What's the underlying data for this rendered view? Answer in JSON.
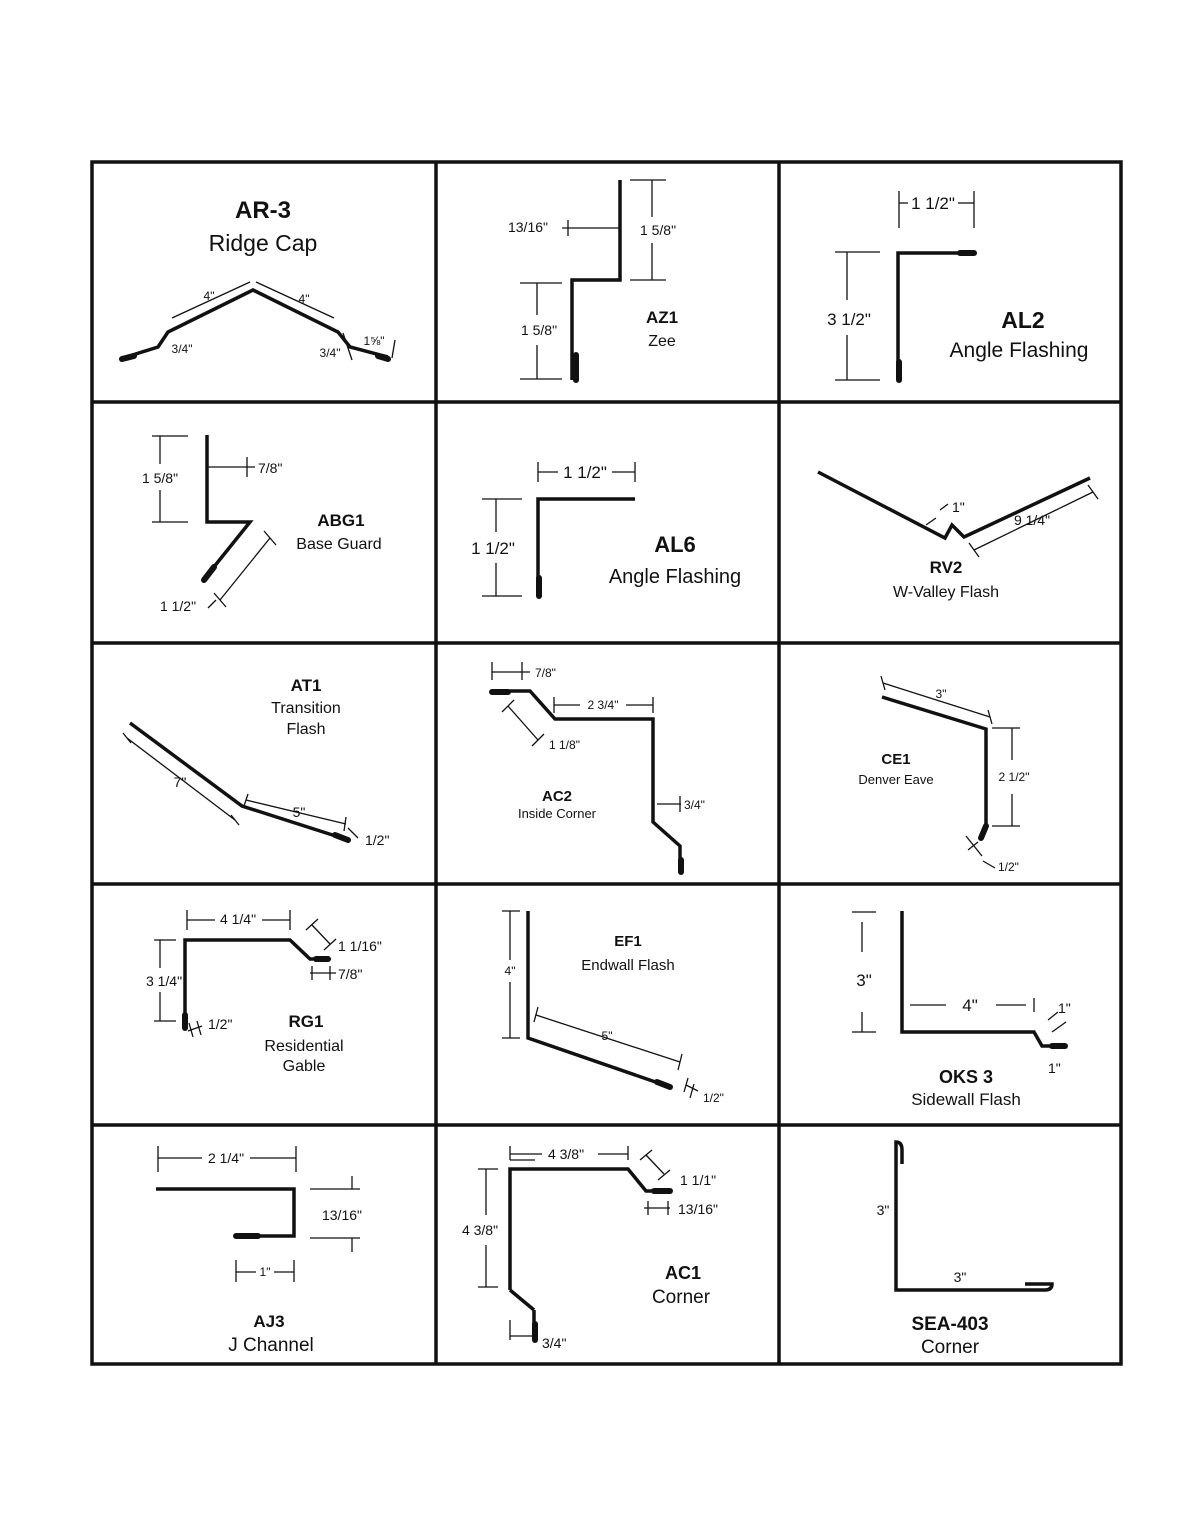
{
  "panels": [
    {
      "code": "AR-3",
      "name": "Ridge Cap",
      "dims": [
        "4\"",
        "4\"",
        "3/4\"",
        "3/4\"",
        "1⅝\""
      ]
    },
    {
      "code": "AZ1",
      "name": "Zee",
      "dims": [
        "13/16\"",
        "1 5/8\"",
        "1 5/8\""
      ]
    },
    {
      "code": "AL2",
      "name": "Angle Flashing",
      "dims": [
        "1 1/2\"",
        "3 1/2\""
      ]
    },
    {
      "code": "ABG1",
      "name": "Base Guard",
      "dims": [
        "1 5/8\"",
        "7/8\"",
        "1 1/2\""
      ]
    },
    {
      "code": "AL6",
      "name": "Angle Flashing",
      "dims": [
        "1 1/2\"",
        "1 1/2\""
      ]
    },
    {
      "code": "RV2",
      "name": "W-Valley Flash",
      "dims": [
        "1\"",
        "9 1/4\""
      ]
    },
    {
      "code": "AT1",
      "name": "Transition Flash",
      "name_lines": [
        "Transition",
        "Flash"
      ],
      "dims": [
        "7\"",
        "5\"",
        "1/2\""
      ]
    },
    {
      "code": "AC2",
      "name": "Inside Corner",
      "dims": [
        "7/8\"",
        "2 3/4\"",
        "1 1/8\"",
        "3/4\""
      ]
    },
    {
      "code": "CE1",
      "name": "Denver Eave",
      "dims": [
        "3\"",
        "2 1/2\"",
        "1/2\""
      ]
    },
    {
      "code": "RG1",
      "name": "Residential Gable",
      "name_lines": [
        "Residential",
        "Gable"
      ],
      "dims": [
        "4 1/4\"",
        "1 1/16\"",
        "7/8\"",
        "3 1/4\"",
        "1/2\""
      ]
    },
    {
      "code": "EF1",
      "name": "Endwall Flash",
      "dims": [
        "4\"",
        "5\"",
        "1/2\""
      ]
    },
    {
      "code": "OKS 3",
      "name": "Sidewall Flash",
      "dims": [
        "3\"",
        "4\"",
        "1\"",
        "1\""
      ]
    },
    {
      "code": "AJ3",
      "name": "J Channel",
      "dims": [
        "2 1/4\"",
        "13/16\"",
        "1\""
      ]
    },
    {
      "code": "AC1",
      "name": "Corner",
      "dims": [
        "4 3/8\"",
        "1 1/1\"",
        "13/16\"",
        "4 3/8\"",
        "3/4\""
      ]
    },
    {
      "code": "SEA-403",
      "name": "Corner",
      "dims": [
        "3\"",
        "3\""
      ]
    }
  ]
}
